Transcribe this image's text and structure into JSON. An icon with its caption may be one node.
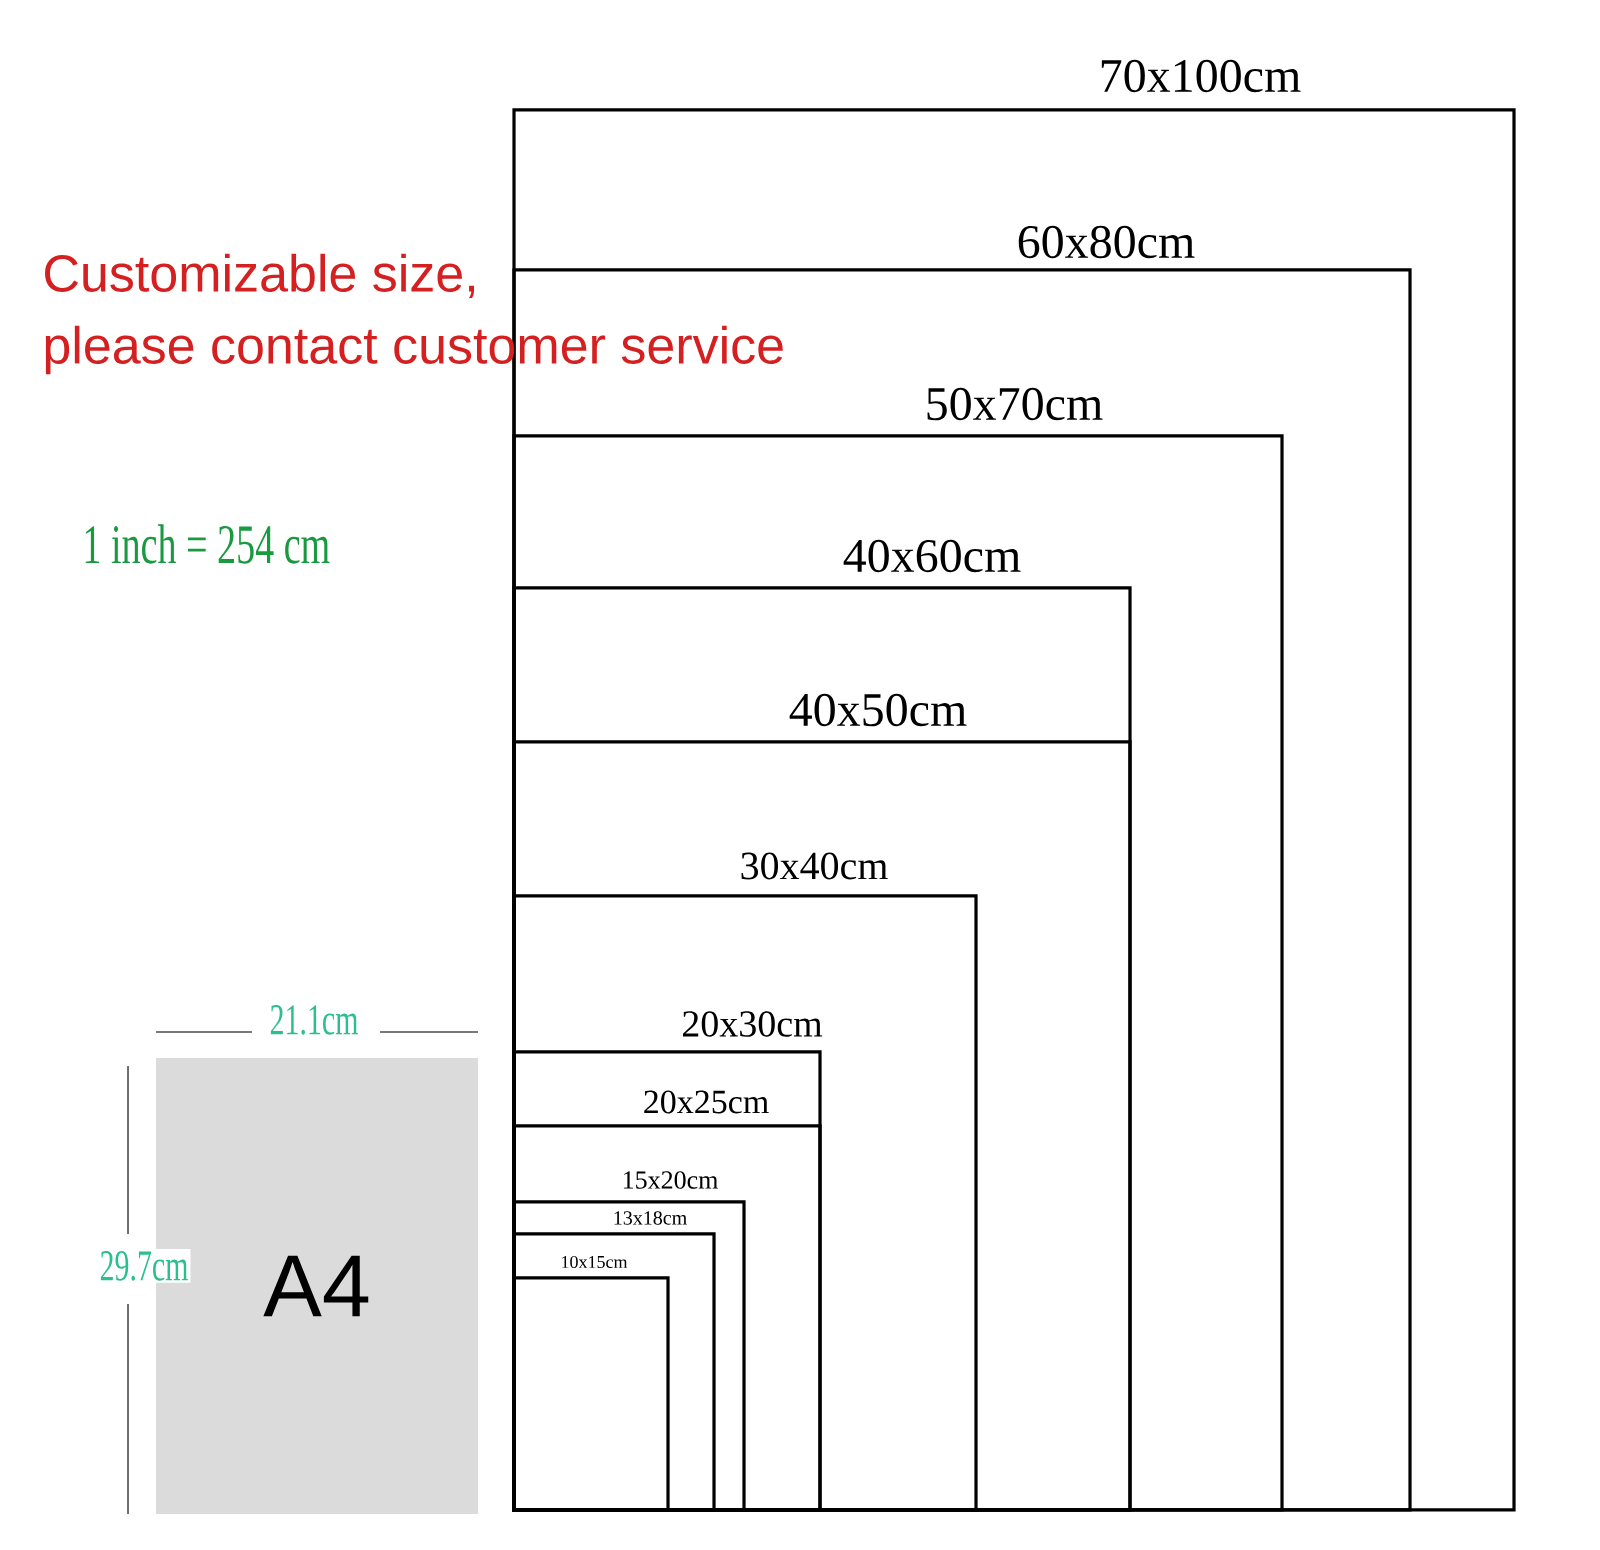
{
  "diagram": {
    "nodes": [
      {
        "text": [
          "70x100cm"
        ]
      },
      {
        "text": [
          "60x80cm"
        ],
        "in": 0
      },
      {
        "text": [
          "50x70cm"
        ],
        "in": 1
      },
      {
        "text": [
          "40x60cm"
        ],
        "in": 2
      },
      {
        "text": [
          "40x50cm"
        ],
        "in": 3
      },
      {
        "text": [
          "30x40cm"
        ],
        "in": 4
      },
      {
        "text": [
          "20x30cm"
        ],
        "in": 5
      },
      {
        "text": [
          "20x25cm"
        ],
        "in": 6
      },
      {
        "text": [
          "15x20cm"
        ],
        "in": 7
      },
      {
        "text": [
          "13x18cm"
        ],
        "in": 8
      },
      {
        "text": [
          "10x15cm"
        ],
        "in": 9
      },
      {
        "text": [
          "A4"
        ]
      }
    ],
    "edges": [],
    "labels": [
      "Customizable size, please contact customer service",
      "1 inch = 254 cm",
      "21.1cm",
      "29.7cm"
    ]
  }
}
